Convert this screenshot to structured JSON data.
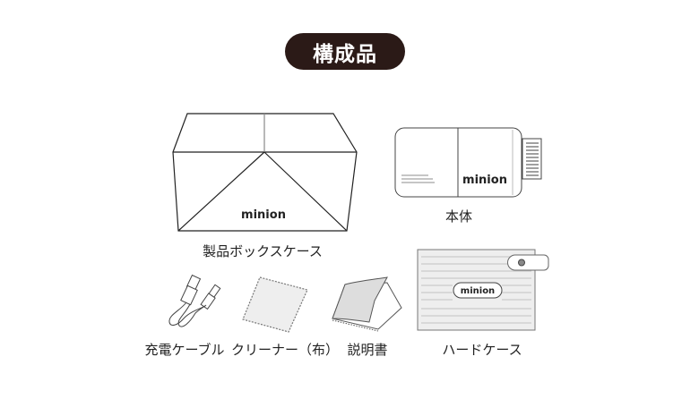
{
  "header": {
    "title": "構成品"
  },
  "brand": {
    "logo_text": "minion",
    "pill_color": "#2b1a17"
  },
  "items": [
    {
      "id": "box",
      "label": "製品ボックスケース",
      "icon": "product-box-icon"
    },
    {
      "id": "device",
      "label": "本体",
      "icon": "device-body-icon"
    },
    {
      "id": "cable",
      "label": "充電ケーブル",
      "icon": "charging-cable-icon"
    },
    {
      "id": "cloth",
      "label": "クリーナー（布）",
      "icon": "cleaning-cloth-icon"
    },
    {
      "id": "manual",
      "label": "説明書",
      "icon": "manual-booklet-icon"
    },
    {
      "id": "hardcase",
      "label": "ハードケース",
      "icon": "hard-case-icon"
    }
  ]
}
